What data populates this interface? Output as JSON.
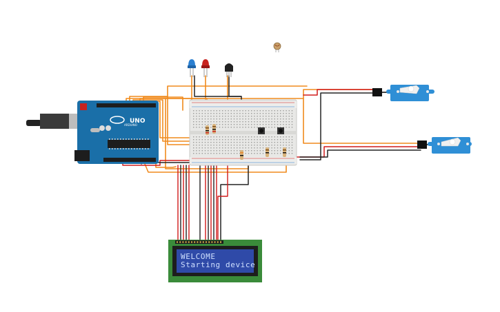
{
  "arduino": {
    "brand": "ARDUINO",
    "model": "UNO"
  },
  "lcd": {
    "line1": "WELCOME",
    "line2": "Starting device"
  },
  "colors": {
    "arduino_board": "#1a6fa8",
    "breadboard": "#e8e8e6",
    "lcd_pcb": "#3a8b3a",
    "lcd_screen": "#2f4aa8",
    "servo_body": "#2f8fd6",
    "wire_orange": "#f08a1c",
    "wire_red": "#d11a1a",
    "wire_black": "#222222",
    "led_blue": "#2a7fd0",
    "led_red": "#c8221f"
  },
  "components": {
    "servos": [
      "servo-1",
      "servo-2"
    ],
    "leds": [
      "led-blue",
      "led-red"
    ],
    "buttons": [
      "pushbutton-1",
      "pushbutton-2"
    ]
  }
}
